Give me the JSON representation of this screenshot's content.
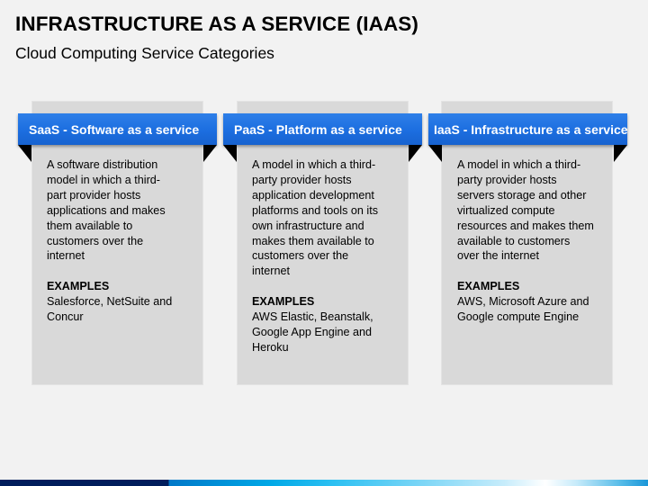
{
  "header": {
    "title": "INFRASTRUCTURE AS A SERVICE (IAAS)",
    "subtitle": "Cloud Computing Service Categories"
  },
  "cards": [
    {
      "heading": "SaaS - Software as a service",
      "description_lines": [
        "A software distribution",
        "model in which a third-",
        "part provider hosts",
        "applications and makes",
        "them available to",
        "customers over the",
        "internet"
      ],
      "examples_label": "EXAMPLES",
      "examples_lines": [
        "Salesforce, NetSuite and",
        "Concur"
      ]
    },
    {
      "heading": "PaaS - Platform as a service",
      "description_lines": [
        "A model in which a third-",
        "party provider hosts",
        "application development",
        "platforms and tools on its",
        "own infrastructure and",
        "makes them available to",
        "customers over the",
        "internet"
      ],
      "examples_label": "EXAMPLES",
      "examples_lines": [
        "AWS Elastic, Beanstalk,",
        "Google App Engine and",
        "Heroku"
      ]
    },
    {
      "heading": "IaaS - Infrastructure as a service",
      "description_lines": [
        "A model in which a third-",
        "party provider hosts",
        "servers storage and other",
        "virtualized compute",
        "resources and makes them",
        "available to customers",
        "over the internet"
      ],
      "examples_label": "EXAMPLES",
      "examples_lines": [
        "AWS, Microsoft Azure and",
        "Google compute Engine"
      ]
    }
  ],
  "colors": {
    "background": "#f2f2f2",
    "panel": "#d9d9d9",
    "banner_blue": "#1c6ee0",
    "banner_text": "#ffffff",
    "fold": "#000000",
    "bottom_bar_dark": "#001d5c",
    "bottom_bar_light": "#00a8e6"
  }
}
